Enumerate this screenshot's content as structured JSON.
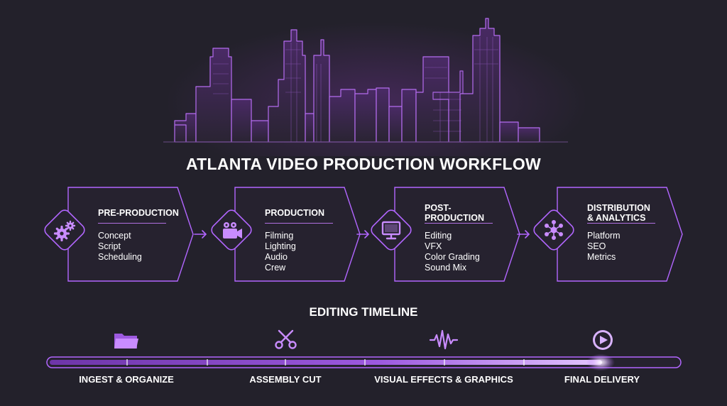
{
  "title": "ATLANTA VIDEO PRODUCTION WORKFLOW",
  "stages": [
    {
      "title": "PRE-PRODUCTION",
      "icon": "gears-icon",
      "items": [
        "Concept",
        "Script",
        "Scheduling"
      ]
    },
    {
      "title": "PRODUCTION",
      "icon": "video-camera-icon",
      "items": [
        "Filming",
        "Lighting",
        "Audio",
        "Crew"
      ]
    },
    {
      "title": "POST-\nPRODUCTION",
      "icon": "monitor-icon",
      "items": [
        "Editing",
        "VFX",
        "Color Grading",
        "Sound Mix"
      ]
    },
    {
      "title": "DISTRIBUTION\n& ANALYTICS",
      "icon": "network-nodes-icon",
      "items": [
        "Platform",
        "SEO",
        "Metrics"
      ]
    }
  ],
  "timeline": {
    "title": "EDITING TIMELINE",
    "milestones": [
      {
        "label": "INGEST & ORGANIZE",
        "icon": "folder-icon"
      },
      {
        "label": "ASSEMBLY CUT",
        "icon": "scissors-icon"
      },
      {
        "label": "VISUAL EFFECTS & GRAPHICS",
        "icon": "waveform-icon"
      },
      {
        "label": "FINAL DELIVERY",
        "icon": "play-button-icon"
      }
    ]
  },
  "colors": {
    "background": "#23212b",
    "accent": "#b266ff",
    "accent_light": "#d8a8ff",
    "text": "#ffffff"
  }
}
